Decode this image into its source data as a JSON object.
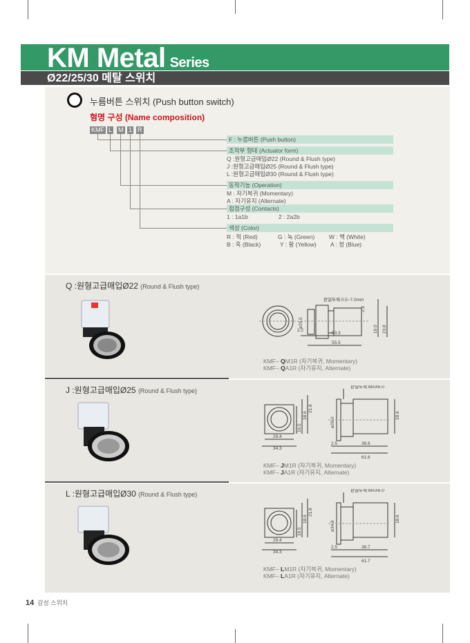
{
  "header": {
    "title": "KM Metal",
    "series": "Series",
    "subtitle": "Ø22/25/30 메탈 스위치"
  },
  "intro": {
    "heading": "누름버튼 스위치 (Push button switch)",
    "name_title": "형명 구성 (Name composition)",
    "codes": [
      "KMF",
      "L",
      "M",
      "1",
      "R"
    ],
    "groups": [
      {
        "band": "F : 누름버튼 (Push button)",
        "lines": []
      },
      {
        "band": "조작부 형태 (Actuator form)",
        "lines": [
          "Q :원형고급매입Ø22 (Round & Flush type)",
          "J :원형고급매입Ø25 (Round & Flush type)",
          "L :원형고급매입Ø30 (Round & Flush type)"
        ]
      },
      {
        "band": "동작기능 (Operation)",
        "lines": [
          "M : 자기복귀 (Momentary)",
          "A : 자기유지 (Alternate)"
        ]
      },
      {
        "band": "접점구성 (Contacts)",
        "cols": [
          [
            "1 : 1a1b"
          ],
          [
            "2 : 2a2b"
          ]
        ]
      },
      {
        "band": "색상 (Color)",
        "cols": [
          [
            "R : 적 (Red)",
            "B : 흑 (Black)"
          ],
          [
            "G : 녹 (Green)",
            "Y : 황 (Yellow)"
          ],
          [
            "W : 백 (White)",
            "A : 청 (Blue)"
          ]
        ]
      }
    ]
  },
  "sections": [
    {
      "title": "Q :원형고급매입Ø22",
      "sub": "(Round & Flush type)",
      "panel": "판넬두께 0.5~7.0mm",
      "dims": {
        "dia": "ø25.5",
        "a": "2.2",
        "b": "53.3",
        "c": "55.5",
        "d": "2.8",
        "e": "19.0",
        "f": "23.8"
      },
      "models": [
        {
          "pre": "KMF– ",
          "code": "Q",
          "rest": "M1R (자기복귀, Momentary)"
        },
        {
          "pre": "KMF– ",
          "code": "Q",
          "rest": "A1R (자기유지, Alternate)"
        }
      ]
    },
    {
      "title": "J :원형고급매입Ø25",
      "sub": "(Round & Flush type)",
      "panel": "판넬두께 MAX6.0",
      "dims": {
        "fa": "29.4",
        "fb": "34.3",
        "fc": "16.5",
        "fd": "18.6",
        "fe": "21.8",
        "dia": "ø29.0",
        "a": "2.5",
        "b": "36.6",
        "c": "61.6",
        "f": "18.6"
      },
      "models": [
        {
          "pre": "KMF– ",
          "code": "J",
          "rest": "M1R (자기복귀, Momentary)"
        },
        {
          "pre": "KMF– ",
          "code": "J",
          "rest": "A1R (자기유지, Alternate)"
        }
      ]
    },
    {
      "title": "L :원형고급매입Ø30",
      "sub": "(Round & Flush type)",
      "panel": "판넬두께 MAX6.0",
      "dims": {
        "fa": "29.4",
        "fb": "34.3",
        "fc": "16.5",
        "fd": "18.6",
        "fe": "21.8",
        "dia": "ø34.8",
        "a": "2.5",
        "b": "36.7",
        "c": "61.7",
        "f": "18.6"
      },
      "models": [
        {
          "pre": "KMF– ",
          "code": "L",
          "rest": "M1R (자기복귀, Momentary)"
        },
        {
          "pre": "KMF– ",
          "code": "L",
          "rest": "A1R (자기유지, Alternate)"
        }
      ]
    }
  ],
  "footer": {
    "page": "14",
    "label": "감성 스위치"
  }
}
